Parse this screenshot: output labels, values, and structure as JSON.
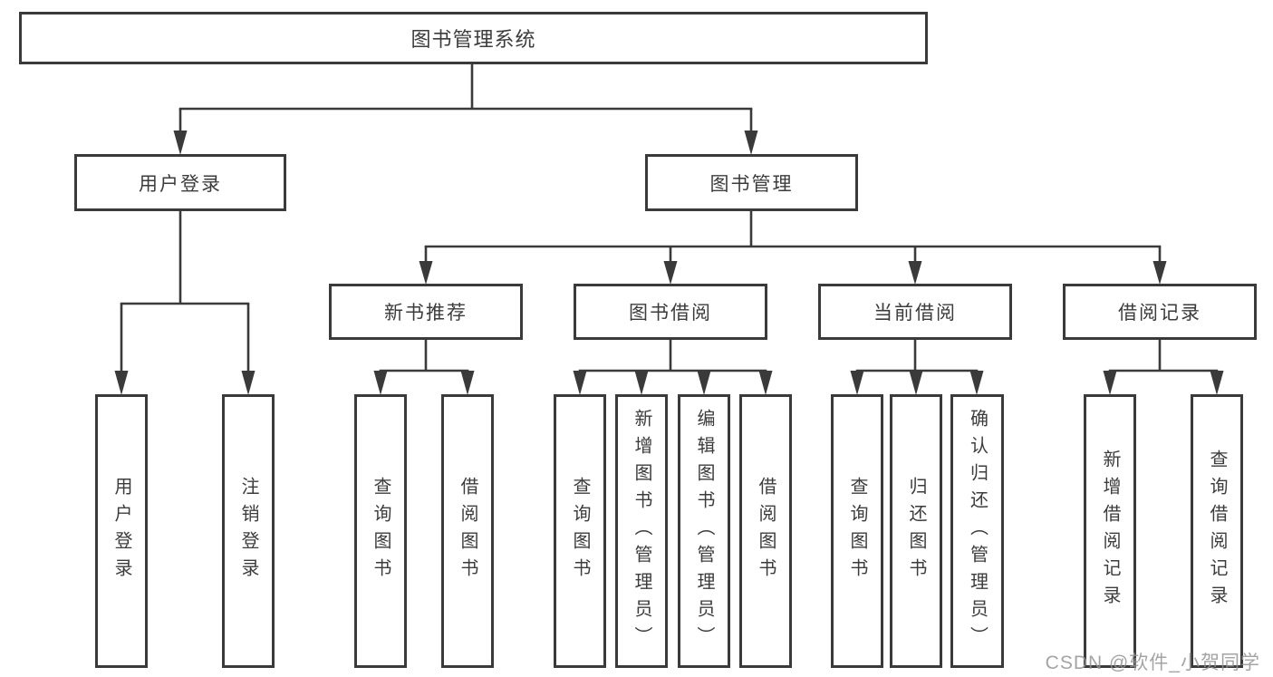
{
  "diagram_title": "图书管理系统",
  "nodes": {
    "root": "图书管理系统",
    "user_login": "用户登录",
    "book_mgmt": "图书管理",
    "new_book_rec": "新书推荐",
    "book_borrow": "图书借阅",
    "current_borrow": "当前借阅",
    "borrow_record": "借阅记录",
    "leaf_user_login": "用户登录",
    "leaf_logout": "注销登录",
    "leaf_rec_query": "查询图书",
    "leaf_rec_borrow": "借阅图书",
    "leaf_bb_query": "查询图书",
    "leaf_bb_add": "新增图书（管理员）",
    "leaf_bb_edit": "编辑图书（管理员）",
    "leaf_bb_borrow": "借阅图书",
    "leaf_cb_query": "查询图书",
    "leaf_cb_return": "归还图书",
    "leaf_cb_confirm": "确认归还（管理员）",
    "leaf_br_add": "新增借阅记录",
    "leaf_br_query": "查询借阅记录"
  },
  "hierarchy": {
    "图书管理系统": {
      "用户登录": [
        "用户登录",
        "注销登录"
      ],
      "图书管理": {
        "新书推荐": [
          "查询图书",
          "借阅图书"
        ],
        "图书借阅": [
          "查询图书",
          "新增图书（管理员）",
          "编辑图书（管理员）",
          "借阅图书"
        ],
        "当前借阅": [
          "查询图书",
          "归还图书",
          "确认归还（管理员）"
        ],
        "借阅记录": [
          "新增借阅记录",
          "查询借阅记录"
        ]
      }
    }
  },
  "watermark": "CSDN @软件_小贺同学",
  "colors": {
    "line": "#3a3a3a",
    "text": "#3c3c3c",
    "background": "#ffffff",
    "watermark": "#949494"
  }
}
